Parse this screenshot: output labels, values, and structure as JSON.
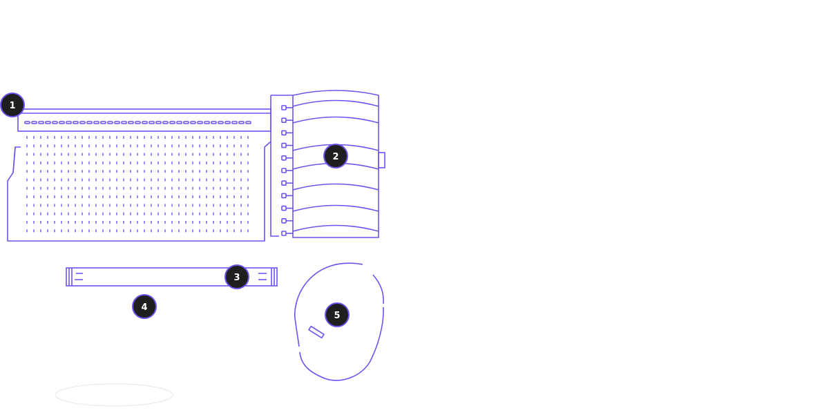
{
  "colors": {
    "stroke": "#6c52f0",
    "marker_fill": "#1f1f1f",
    "marker_text": "#ffffff",
    "background": "#ffffff"
  },
  "markers": [
    {
      "id": "tray",
      "label": "1"
    },
    {
      "id": "notebook",
      "label": "2"
    },
    {
      "id": "ruler",
      "label": "3"
    },
    {
      "id": "ruler-caption",
      "label": "4"
    },
    {
      "id": "mouse",
      "label": "5"
    }
  ]
}
